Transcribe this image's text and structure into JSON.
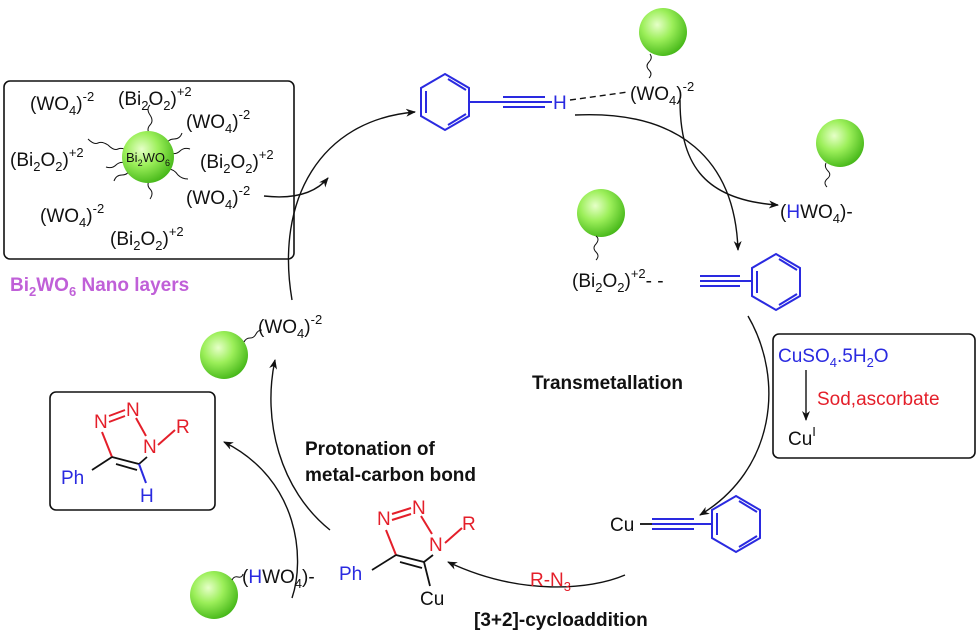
{
  "catalyst_box": {
    "center": "Bi",
    "center_sub": "2",
    "center_mid": "WO",
    "center_sub2": "6",
    "caption_a": "Bi",
    "caption_sub1": "2",
    "caption_b": "WO",
    "caption_sub2": "6",
    "caption_c": " Nano layers",
    "wo4_a": "(WO",
    "wo4_sub": "4",
    "wo4_b": ")",
    "wo4_sup": "-2",
    "bi2o2_a": "(Bi",
    "bi2o2_sub1": "2",
    "bi2o2_b": "O",
    "bi2o2_sub2": "2",
    "bi2o2_c": ")",
    "bi2o2_sup": "+2"
  },
  "step1": {
    "hydrogen": "H",
    "wo4_label_a": "(WO",
    "wo4_sub": "4",
    "wo4_label_b": ")",
    "wo4_sup": "-2"
  },
  "step2": {
    "hwo4_a": "(",
    "hwo4_h": "H",
    "hwo4_b": "WO",
    "hwo4_sub": "4",
    "hwo4_c": ")-"
  },
  "step3": {
    "bi_a": "(Bi",
    "bi_sub1": "2",
    "bi_b": "O",
    "bi_sub2": "2",
    "bi_c": ")",
    "bi_sup": "+2",
    "bi_tail": "- -"
  },
  "reagent_box": {
    "cuso4_a": "CuSO",
    "cuso4_sub": "4",
    "cuso4_b": ".5H",
    "cuso4_sub2": "2",
    "cuso4_c": "O",
    "reductant": "Sod,ascorbate",
    "cu": "Cu",
    "cu_sup": "I"
  },
  "labels": {
    "transmetallation": "Transmetallation",
    "protonation_1": "Protonation of",
    "protonation_2": "metal-carbon bond",
    "cycloaddition": "[3+2]-cycloaddition",
    "azide_a": "R-N",
    "azide_sub": "3"
  },
  "cu_acetylide": {
    "cu": "Cu"
  },
  "triazole_intermediate": {
    "n1": "N",
    "n2": "N",
    "n3": "N",
    "r": "R",
    "ph": "Ph",
    "cu": "Cu"
  },
  "triazole_product": {
    "n1": "N",
    "n2": "N",
    "n3": "N",
    "r": "R",
    "ph": "Ph",
    "h": "H"
  },
  "left_sphere": {
    "wo4_a": "(WO",
    "wo4_sub": "4",
    "wo4_b": ")",
    "wo4_sup": "-2"
  },
  "bottom_sphere": {
    "a": "(",
    "h": "H",
    "b": "WO",
    "sub": "4",
    "c": ")-"
  },
  "colors": {
    "blue": "#2a2ae0",
    "red": "#e41f2a",
    "violet": "#c060d8",
    "sphere_light": "#d8ffb0",
    "sphere_dark": "#5cd12a"
  }
}
